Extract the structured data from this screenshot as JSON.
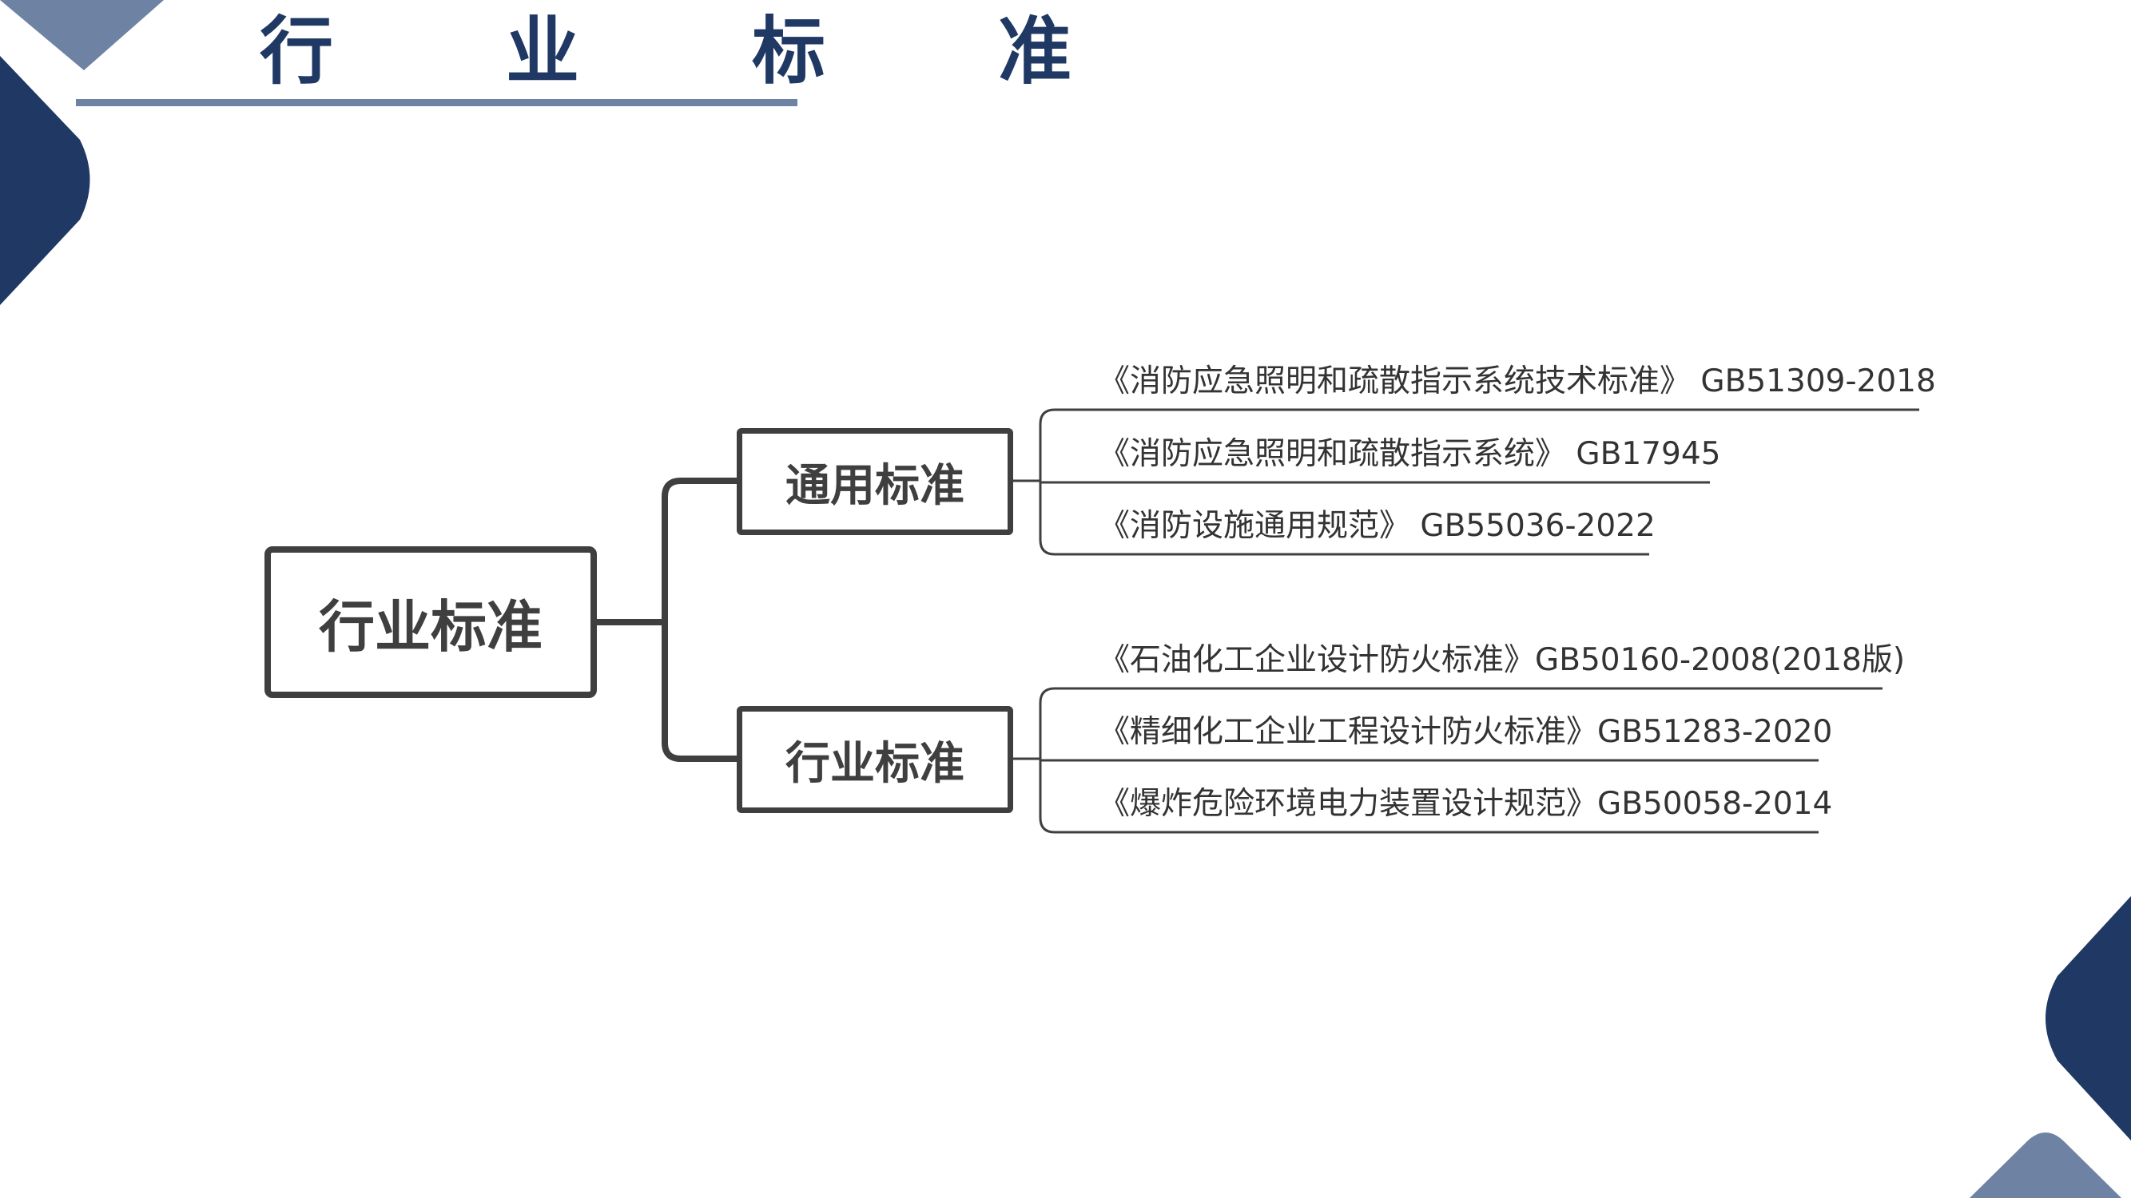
{
  "colors": {
    "navy": "#1f3864",
    "slate": "#6e82a4",
    "line": "#3f3f3f",
    "text": "#333333"
  },
  "header": {
    "title": "行 业 标 准"
  },
  "mindmap": {
    "root": "行业标准",
    "branches": [
      {
        "label": "通用标准",
        "items": [
          "《消防应急照明和疏散指示系统技术标准》 GB51309-2018",
          "《消防应急照明和疏散指示系统》 GB17945",
          "《消防设施通用规范》 GB55036-2022"
        ]
      },
      {
        "label": "行业标准",
        "items": [
          "《石油化工企业设计防火标准》GB50160-2008(2018版)",
          "《精细化工企业工程设计防火标准》GB51283-2020",
          "《爆炸危险环境电力装置设计规范》GB50058-2014"
        ]
      }
    ]
  }
}
